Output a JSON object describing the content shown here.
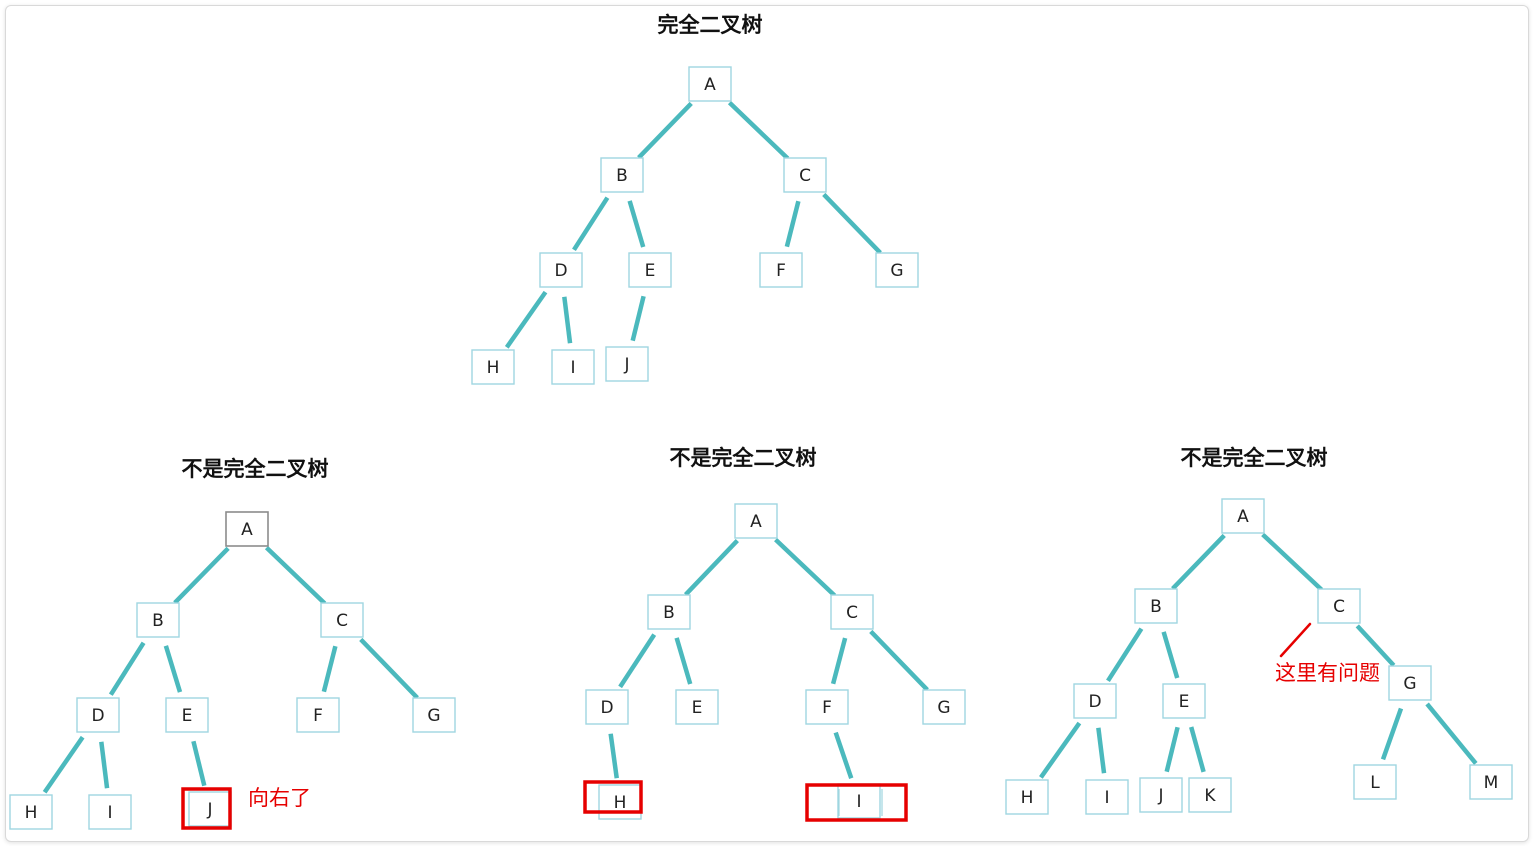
{
  "colors": {
    "edge": "#4bb9bd",
    "node_border": "#9fd6e0",
    "root_border_alt": "#8c8c8c",
    "highlight": "#e60000",
    "text": "#222222"
  },
  "trees": [
    {
      "id": "complete",
      "title": "完全二叉树",
      "nodes": [
        {
          "id": "A",
          "label": "A"
        },
        {
          "id": "B",
          "label": "B"
        },
        {
          "id": "C",
          "label": "C"
        },
        {
          "id": "D",
          "label": "D"
        },
        {
          "id": "E",
          "label": "E"
        },
        {
          "id": "F",
          "label": "F"
        },
        {
          "id": "G",
          "label": "G"
        },
        {
          "id": "H",
          "label": "H"
        },
        {
          "id": "I",
          "label": "I"
        },
        {
          "id": "J",
          "label": "J"
        }
      ],
      "edges": [
        [
          "A",
          "B"
        ],
        [
          "A",
          "C"
        ],
        [
          "B",
          "D"
        ],
        [
          "B",
          "E"
        ],
        [
          "C",
          "F"
        ],
        [
          "C",
          "G"
        ],
        [
          "D",
          "H"
        ],
        [
          "D",
          "I"
        ],
        [
          "E",
          "J"
        ]
      ]
    },
    {
      "id": "not-complete-1",
      "title": "不是完全二叉树",
      "nodes": [
        {
          "id": "A",
          "label": "A"
        },
        {
          "id": "B",
          "label": "B"
        },
        {
          "id": "C",
          "label": "C"
        },
        {
          "id": "D",
          "label": "D"
        },
        {
          "id": "E",
          "label": "E"
        },
        {
          "id": "F",
          "label": "F"
        },
        {
          "id": "G",
          "label": "G"
        },
        {
          "id": "H",
          "label": "H"
        },
        {
          "id": "I",
          "label": "I"
        },
        {
          "id": "J",
          "label": "J"
        }
      ],
      "edges": [
        [
          "A",
          "B"
        ],
        [
          "A",
          "C"
        ],
        [
          "B",
          "D"
        ],
        [
          "B",
          "E"
        ],
        [
          "C",
          "F"
        ],
        [
          "C",
          "G"
        ],
        [
          "D",
          "H"
        ],
        [
          "D",
          "I"
        ],
        [
          "E",
          "J"
        ]
      ],
      "annotation": "向右了"
    },
    {
      "id": "not-complete-2",
      "title": "不是完全二叉树",
      "nodes": [
        {
          "id": "A",
          "label": "A"
        },
        {
          "id": "B",
          "label": "B"
        },
        {
          "id": "C",
          "label": "C"
        },
        {
          "id": "D",
          "label": "D"
        },
        {
          "id": "E",
          "label": "E"
        },
        {
          "id": "F",
          "label": "F"
        },
        {
          "id": "G",
          "label": "G"
        },
        {
          "id": "H",
          "label": "H"
        },
        {
          "id": "I",
          "label": "I"
        }
      ],
      "edges": [
        [
          "A",
          "B"
        ],
        [
          "A",
          "C"
        ],
        [
          "B",
          "D"
        ],
        [
          "B",
          "E"
        ],
        [
          "C",
          "F"
        ],
        [
          "C",
          "G"
        ],
        [
          "D",
          "H"
        ],
        [
          "F",
          "I"
        ]
      ]
    },
    {
      "id": "not-complete-3",
      "title": "不是完全二叉树",
      "nodes": [
        {
          "id": "A",
          "label": "A"
        },
        {
          "id": "B",
          "label": "B"
        },
        {
          "id": "C",
          "label": "C"
        },
        {
          "id": "D",
          "label": "D"
        },
        {
          "id": "E",
          "label": "E"
        },
        {
          "id": "G",
          "label": "G"
        },
        {
          "id": "H",
          "label": "H"
        },
        {
          "id": "I",
          "label": "I"
        },
        {
          "id": "J",
          "label": "J"
        },
        {
          "id": "K",
          "label": "K"
        },
        {
          "id": "L",
          "label": "L"
        },
        {
          "id": "M",
          "label": "M"
        }
      ],
      "edges": [
        [
          "A",
          "B"
        ],
        [
          "A",
          "C"
        ],
        [
          "B",
          "D"
        ],
        [
          "B",
          "E"
        ],
        [
          "C",
          "G"
        ],
        [
          "D",
          "H"
        ],
        [
          "D",
          "I"
        ],
        [
          "E",
          "J"
        ],
        [
          "E",
          "K"
        ],
        [
          "G",
          "L"
        ],
        [
          "G",
          "M"
        ]
      ],
      "annotation": "这里有问题"
    }
  ]
}
